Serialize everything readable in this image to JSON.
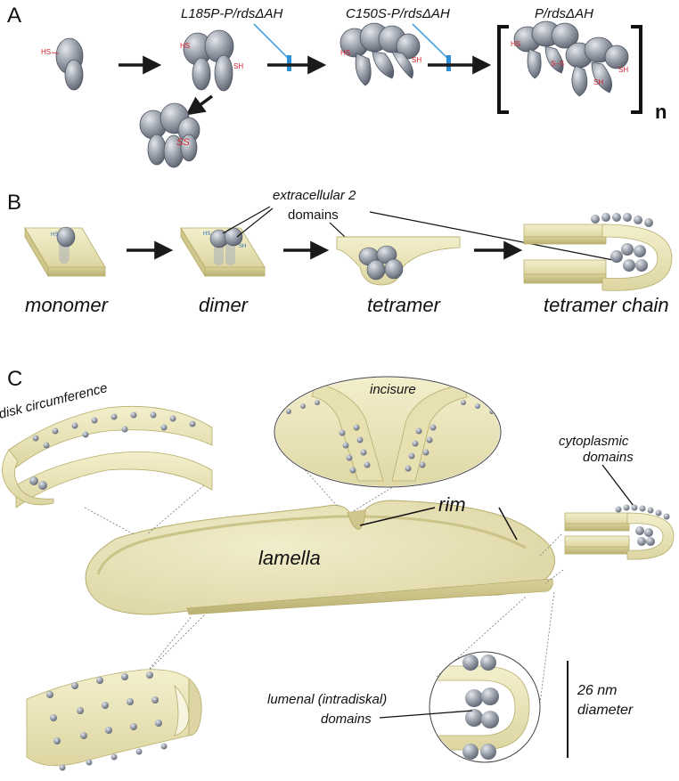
{
  "panels": {
    "a": {
      "letter": "A",
      "construct_1": "L185P-P/rdsΔAH",
      "construct_2": "C150S-P/rdsΔAH",
      "construct_3": "P/rdsΔAH",
      "bracket_sub": "n",
      "thiol_1": "HS",
      "thiol_2": "HS",
      "thiol_3": "SH",
      "thiol_4": "HS",
      "thiol_5": "SH",
      "thiol_6": "HS",
      "thiol_7": "S–S",
      "thiol_8": "SH",
      "thiol_9": "SH",
      "disulfide": "SS"
    },
    "b": {
      "letter": "B",
      "label_monomer": "monomer",
      "label_dimer": "dimer",
      "label_tetramer": "tetramer",
      "label_tetramer_chain": "tetramer chain",
      "callout_line1": "extracellular 2",
      "callout_line2": "domains",
      "small_thiol_1": "HS",
      "small_thiol_2": "HS",
      "small_thiol_3": "SH"
    },
    "c": {
      "letter": "C",
      "disk_circumference": "disk circumference",
      "incisure": "incisure",
      "cytoplasmic_line1": "cytoplasmic",
      "cytoplasmic_line2": "domains",
      "rim": "rim",
      "lamella": "lamella",
      "lumenal_line1": "lumenal (intradiskal)",
      "lumenal_line2": "domains",
      "scale_line1": "26 nm",
      "scale_line2": "diameter"
    }
  },
  "colors": {
    "membrane": "#e9e4b4",
    "membrane_edge": "#b6ad6c",
    "protein": "#9aa0ab",
    "protein_dark": "#5d6470",
    "arrow": "#1a1a1a",
    "block_line": "#4aa3df",
    "thiol": "#d11f2a"
  }
}
